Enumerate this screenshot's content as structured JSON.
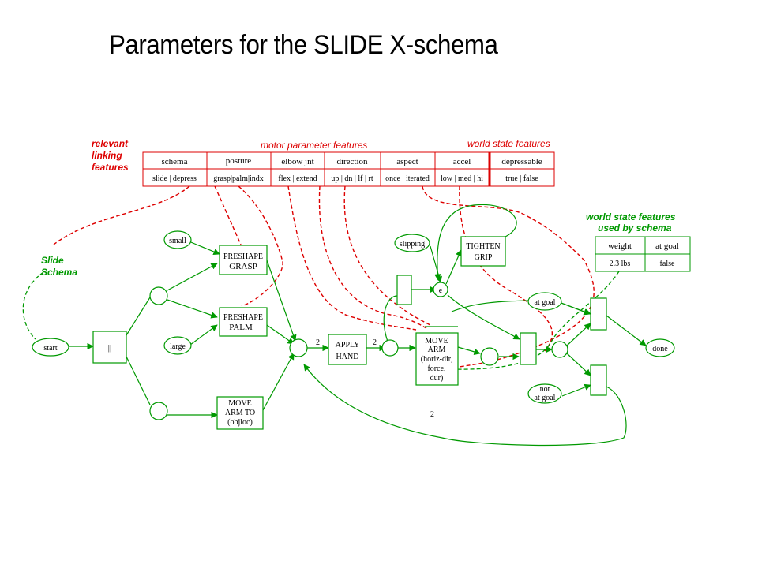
{
  "title": "Parameters for the SLIDE X-schema",
  "labels": {
    "relevant": "relevant",
    "linking": "linking",
    "features": "features",
    "motor_parameter_features": "motor parameter features",
    "world_state_features": "world state features",
    "world_state_features_2": "world state features",
    "used_by_schema": "used by schema",
    "slide": "Slide",
    "schema": "Schema"
  },
  "feature_table": {
    "headers": [
      "schema",
      "posture",
      "elbow jnt",
      "direction",
      "aspect",
      "accel",
      "depressable"
    ],
    "values": [
      "slide | depress",
      "grasp|palm|indx",
      "flex | extend",
      "up | dn | lf | rt",
      "once | iterated",
      "low | med | hi",
      "true | false"
    ]
  },
  "world_table": {
    "headers": [
      "weight",
      "at goal"
    ],
    "values": [
      "2.3 lbs",
      "false"
    ]
  },
  "nodes": {
    "start": "start",
    "done": "done",
    "small": "small",
    "large": "large",
    "slipping": "slipping",
    "at_goal": "at goal",
    "not": "not",
    "not_at_goal": "at goal",
    "fork": "||",
    "e": "e",
    "preshape_grasp_1": "PRESHAPE",
    "preshape_grasp_2": "GRASP",
    "preshape_palm_1": "PRESHAPE",
    "preshape_palm_2": "PALM",
    "move_arm_to_1": "MOVE",
    "move_arm_to_2": "ARM TO",
    "move_arm_to_3": "(objloc)",
    "apply_hand_1": "APPLY",
    "apply_hand_2": "HAND",
    "move_arm_1": "MOVE",
    "move_arm_2": "ARM",
    "move_arm_3": "(horiz-dir,",
    "move_arm_4": "force,",
    "move_arm_5": "dur)",
    "tighten_grip_1": "TIGHTEN",
    "tighten_grip_2": "GRIP",
    "w1": "2",
    "w2": "2",
    "w3": "2"
  }
}
